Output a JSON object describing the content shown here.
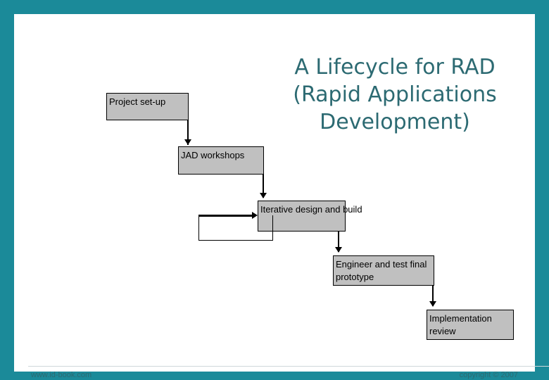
{
  "slide": {
    "border_color": "#1b8a99",
    "background_color": "#ffffff",
    "title": "A Lifecycle for RAD\n(Rapid Applications\nDevelopment)",
    "title_color": "#2c6a72"
  },
  "diagram": {
    "node_fill": "#c0c0c0",
    "node_border": "#000000",
    "nodes": [
      {
        "id": "project-set-up",
        "label": "Project set-up"
      },
      {
        "id": "jad-workshops",
        "label": "JAD workshops"
      },
      {
        "id": "iterative-design-and-build",
        "label": "Iterative design and build"
      },
      {
        "id": "engineer-and-test-final-prototype",
        "label": "Engineer and test final prototype"
      },
      {
        "id": "implementation-review",
        "label": "Implementation review"
      }
    ],
    "connectors": [
      {
        "from": "project-set-up",
        "to": "jad-workshops",
        "kind": "arrow-down"
      },
      {
        "from": "jad-workshops",
        "to": "iterative-design-and-build",
        "kind": "arrow-down"
      },
      {
        "from": "iterative-design-and-build",
        "to": "engineer-and-test-final-prototype",
        "kind": "arrow-down"
      },
      {
        "from": "engineer-and-test-final-prototype",
        "to": "implementation-review",
        "kind": "arrow-down"
      },
      {
        "from": "iterative-design-and-build",
        "to": "iterative-design-and-build",
        "kind": "feedback-loop"
      }
    ]
  },
  "footer": {
    "left": "www.id-book.com",
    "right": "copyright © 2007"
  }
}
